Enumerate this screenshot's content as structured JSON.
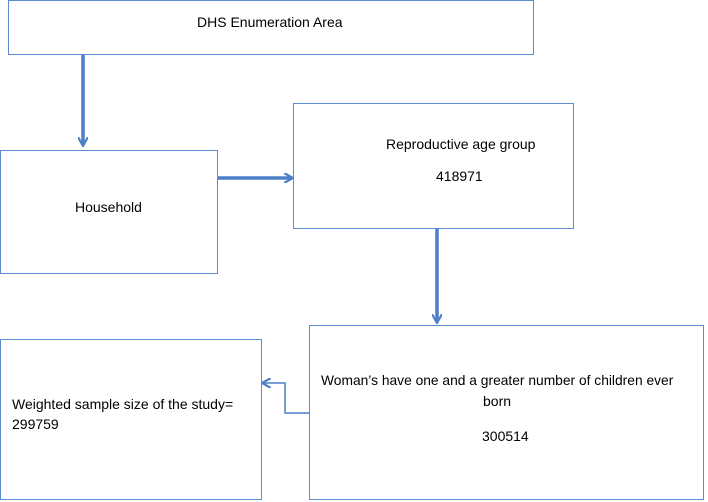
{
  "diagram": {
    "nodes": {
      "enumeration_area": {
        "label": "DHS Enumeration Area"
      },
      "household": {
        "label": "Household"
      },
      "reproductive_age": {
        "label": "Reproductive age group",
        "value": "418971"
      },
      "women_children": {
        "label_line1": "Woman’s have one and a greater number of children ever",
        "label_line2": "born",
        "value": "300514"
      },
      "weighted_sample": {
        "label_line1": "Weighted sample size of the study=",
        "label_line2": "299759"
      }
    },
    "edges": [
      {
        "from": "enumeration_area",
        "to": "household"
      },
      {
        "from": "household",
        "to": "reproductive_age"
      },
      {
        "from": "reproductive_age",
        "to": "women_children"
      },
      {
        "from": "women_children",
        "to": "weighted_sample"
      }
    ],
    "colors": {
      "border": "#5b8bd0",
      "arrow": "#4f7fc8"
    }
  }
}
